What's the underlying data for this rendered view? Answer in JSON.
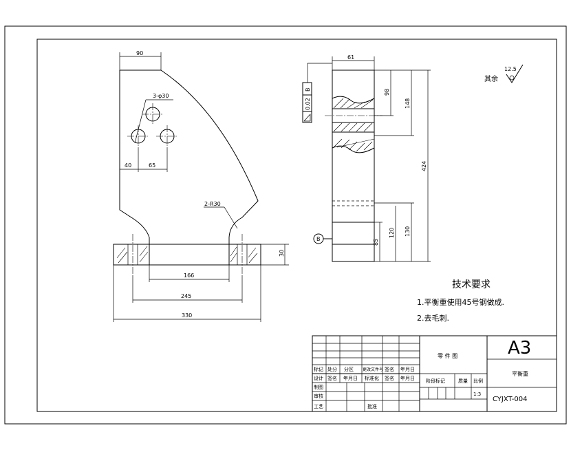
{
  "dimensions": {
    "top_width": "90",
    "holes": "3-φ30",
    "offset_40": "40",
    "offset_65": "65",
    "fillet": "2-R30",
    "inner_166": "166",
    "mid_245": "245",
    "overall_330": "330",
    "base_thickness": "30",
    "side_width": "61",
    "side_98": "98",
    "side_148": "148",
    "side_424": "424",
    "side_85": "85",
    "side_120": "120",
    "side_130": "130"
  },
  "tolerance": {
    "value": "0.02",
    "datum": "B",
    "datum_marker": "B"
  },
  "surface": {
    "prefix": "其余",
    "roughness": "12.5"
  },
  "tech": {
    "title": "技术要求",
    "line1": "1.平衡重使用45号钢做成.",
    "line2": "2.去毛刺."
  },
  "title_block": {
    "sheet_size": "A3",
    "drawing_type": "零 件 图",
    "part_name": "平衡重",
    "drawing_no": "CYJXT-004",
    "scale": "1:3",
    "row_marks": [
      "标记",
      "处分",
      "分区",
      "更改文件号",
      "签名",
      "年月日"
    ],
    "row_design": [
      "设计",
      "签名",
      "年月日",
      "标准化",
      "签名",
      "年月日"
    ],
    "stage_mark": "阶段标记",
    "weight": "质量",
    "ratio": "比例",
    "review": "审核",
    "process": "工艺",
    "approve": "批准",
    "draft": "制图"
  }
}
